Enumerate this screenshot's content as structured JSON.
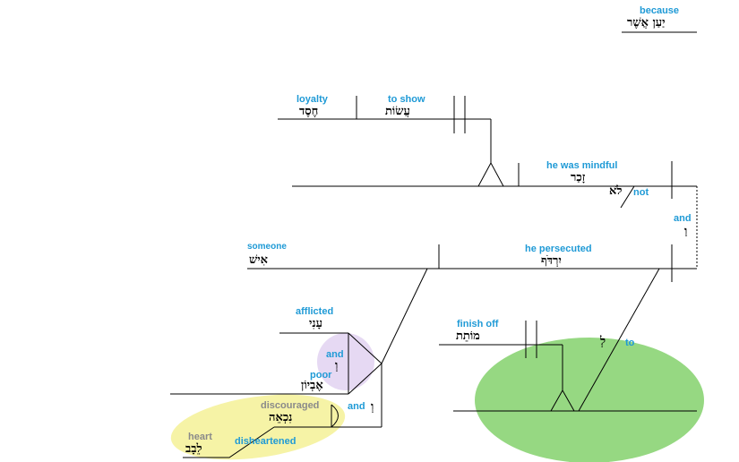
{
  "diagram": {
    "clauses": {
      "because": {
        "gloss": "because",
        "hebrew": "יַעַן אֲשֶׁר"
      },
      "loyalty": {
        "gloss": "loyalty",
        "hebrew": "חֶסֶד"
      },
      "to_show": {
        "gloss": "to show",
        "hebrew": "עֲשׂוֹת"
      },
      "mindful": {
        "gloss": "he was mindful",
        "hebrew": "זָכַר"
      },
      "not": {
        "gloss": "not",
        "hebrew": "לֹא"
      },
      "and_conj": {
        "gloss": "and",
        "hebrew": "וַ"
      },
      "someone": {
        "gloss": "someone",
        "hebrew": "אִישׁ"
      },
      "persecuted": {
        "gloss": "he persecuted",
        "hebrew": "יִרְדֹּף"
      },
      "afflicted": {
        "gloss": "afflicted",
        "hebrew": "עָנִי"
      },
      "and_poor": {
        "gloss": "and",
        "hebrew": "וְ"
      },
      "poor": {
        "gloss": "poor",
        "hebrew": "אֶבְיוֹן"
      },
      "discouraged": {
        "gloss": "discouraged",
        "hebrew": "נִכְאֵה"
      },
      "and_heart": {
        "gloss": "and",
        "hebrew": "וְ"
      },
      "heart": {
        "gloss": "heart",
        "hebrew": "לֵבָב"
      },
      "disheartened": {
        "gloss": "disheartened"
      },
      "finish_off": {
        "gloss": "finish off",
        "hebrew": "מוֹתֵת"
      },
      "to": {
        "gloss": "to",
        "hebrew": "לְ"
      }
    },
    "highlights": {
      "lavender": "#e6d9f3",
      "yellow": "#f6f3a6",
      "green": "#96d882"
    },
    "colors": {
      "gloss": "#1f9ad6",
      "gloss_grey": "#8a8a8a",
      "line": "#000000"
    }
  }
}
